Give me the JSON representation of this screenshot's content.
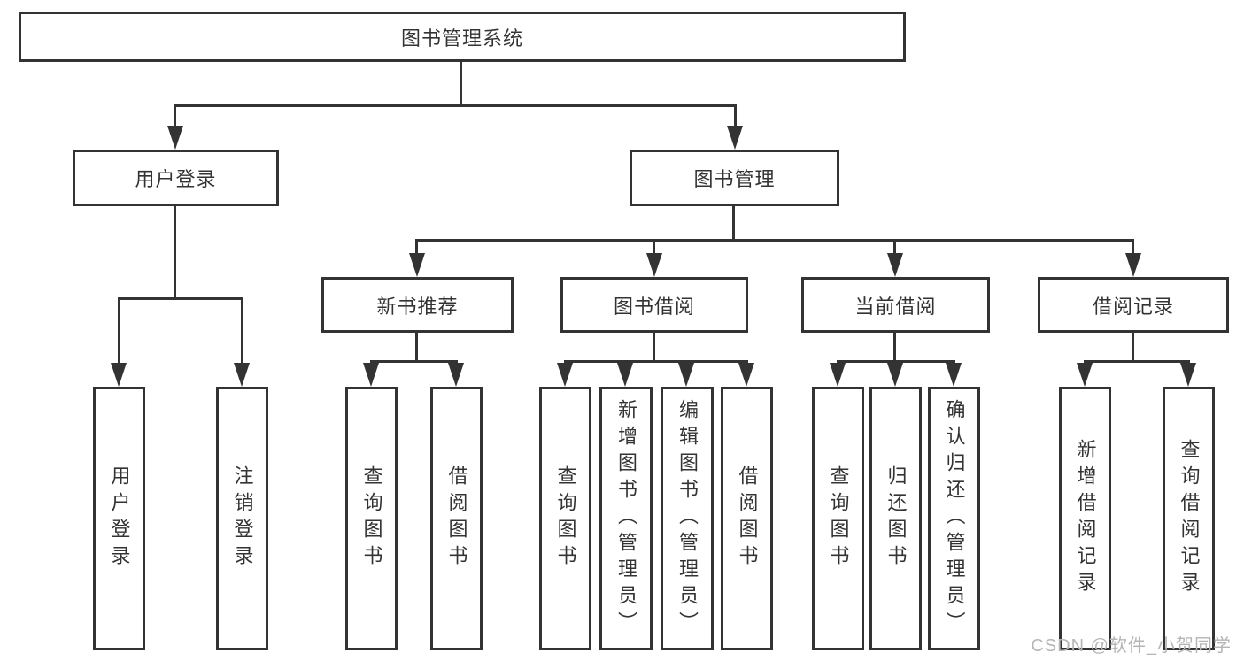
{
  "diagram": {
    "root": {
      "label": "图书管理系统"
    },
    "level2": {
      "user_login": {
        "label": "用户登录"
      },
      "book_management": {
        "label": "图书管理"
      }
    },
    "level3": {
      "new_book_recommend": {
        "label": "新书推荐"
      },
      "book_borrowing": {
        "label": "图书借阅"
      },
      "current_borrowing": {
        "label": "当前借阅"
      },
      "borrowing_records": {
        "label": "借阅记录"
      }
    },
    "leaves": {
      "ul_user_login": {
        "label": "用户登录"
      },
      "ul_logout": {
        "label": "注销登录"
      },
      "nb_query_books": {
        "label": "查询图书"
      },
      "nb_borrow_books": {
        "label": "借阅图书"
      },
      "bb_query_books": {
        "label": "查询图书"
      },
      "bb_add_book_admin": {
        "label": "新增图书（管理员）"
      },
      "bb_edit_book_admin": {
        "label": "编辑图书（管理员）"
      },
      "bb_borrow_books": {
        "label": "借阅图书"
      },
      "cb_query_books": {
        "label": "查询图书"
      },
      "cb_return_books": {
        "label": "归还图书"
      },
      "cb_confirm_return_admin": {
        "label": "确认归还（管理员）"
      },
      "br_add_record": {
        "label": "新增借阅记录"
      },
      "br_query_record": {
        "label": "查询借阅记录"
      }
    }
  },
  "watermark": {
    "text": "CSDN @软件_小贺同学"
  },
  "colors": {
    "line": "#333333",
    "text": "#333333",
    "background": "#ffffff",
    "watermark": "#b5b5b5"
  }
}
